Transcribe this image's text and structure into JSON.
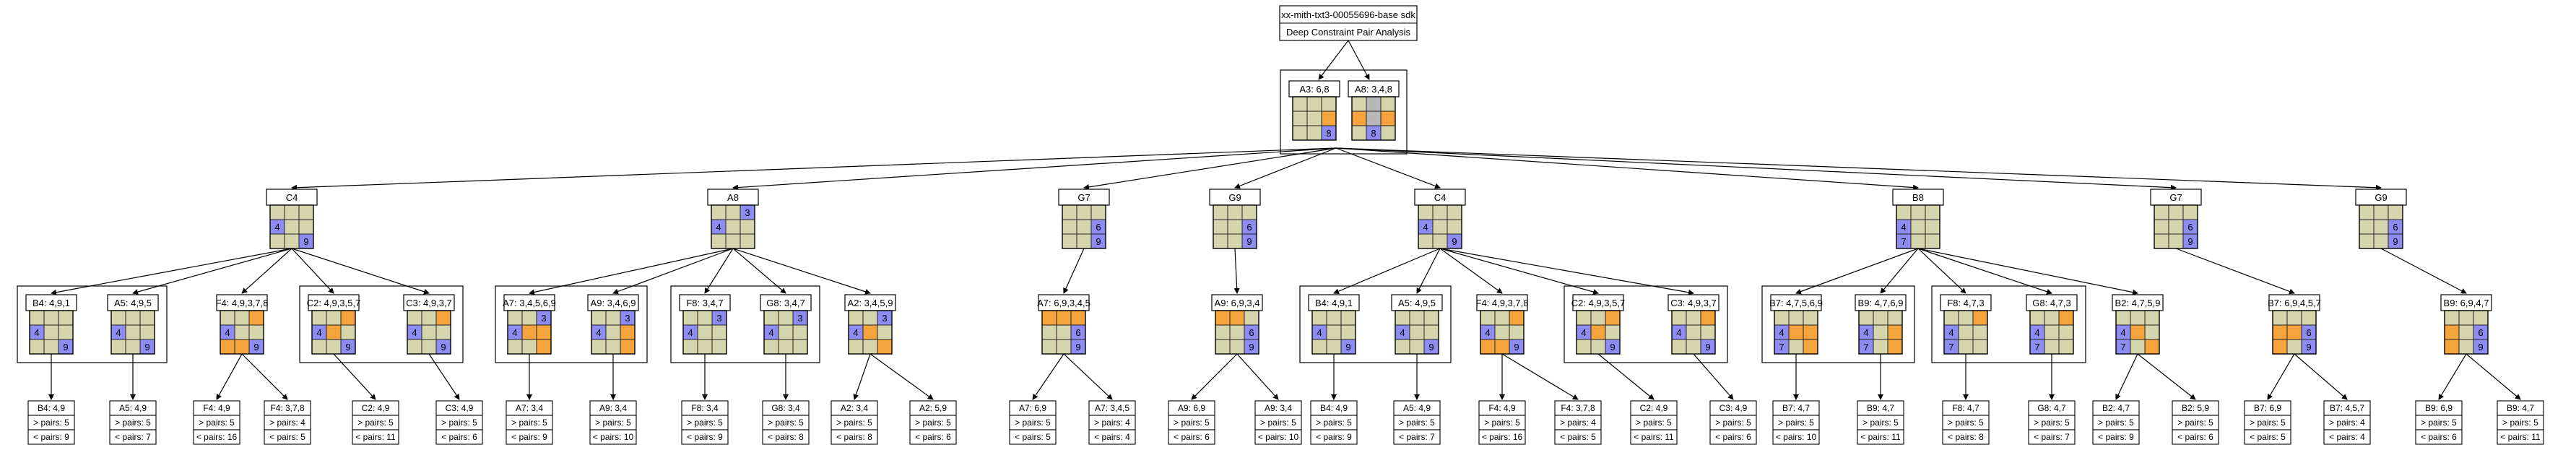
{
  "title": {
    "line1": "xx-mith-txt3-00055696-base sdk",
    "line2": "Deep Constraint Pair Analysis"
  },
  "colors": {
    "tan": "#d6d6ae",
    "blue": "#8c8cf2",
    "orange": "#f5a33c",
    "gray": "#b8b8b8",
    "edge": "#000000"
  },
  "icons": {
    "arrowhead": "filled-triangle-arrowhead"
  },
  "root_pair": [
    {
      "label": "A3: 6,8",
      "grid": [
        [
          "t",
          "t",
          "t"
        ],
        [
          "t",
          "t",
          "o"
        ],
        [
          "t",
          "t",
          "b"
        ]
      ],
      "digits": {
        "8": "8"
      }
    },
    {
      "label": "A8: 3,4,8",
      "grid": [
        [
          "t",
          "g",
          "t"
        ],
        [
          "o",
          "g",
          "o"
        ],
        [
          "t",
          "b",
          "t"
        ]
      ],
      "digits": {
        "7": "8"
      }
    }
  ],
  "level1": [
    {
      "label": "C4",
      "grid": [
        [
          "t",
          "t",
          "t"
        ],
        [
          "b",
          "t",
          "t"
        ],
        [
          "t",
          "t",
          "b"
        ]
      ],
      "digits": {
        "3": "4",
        "8": "9"
      }
    },
    {
      "label": "A8",
      "grid": [
        [
          "t",
          "t",
          "b"
        ],
        [
          "b",
          "t",
          "t"
        ],
        [
          "t",
          "t",
          "t"
        ]
      ],
      "digits": {
        "2": "3",
        "3": "4"
      }
    },
    {
      "label": "G7",
      "grid": [
        [
          "t",
          "t",
          "t"
        ],
        [
          "t",
          "t",
          "b"
        ],
        [
          "t",
          "t",
          "b"
        ]
      ],
      "digits": {
        "5": "6",
        "8": "9"
      }
    },
    {
      "label": "G9",
      "grid": [
        [
          "t",
          "t",
          "t"
        ],
        [
          "t",
          "t",
          "b"
        ],
        [
          "t",
          "t",
          "b"
        ]
      ],
      "digits": {
        "5": "6",
        "8": "9"
      }
    },
    {
      "label": "C4",
      "grid": [
        [
          "t",
          "t",
          "t"
        ],
        [
          "b",
          "t",
          "t"
        ],
        [
          "t",
          "t",
          "b"
        ]
      ],
      "digits": {
        "3": "4",
        "8": "9"
      }
    },
    {
      "label": "B8",
      "grid": [
        [
          "t",
          "t",
          "t"
        ],
        [
          "b",
          "t",
          "t"
        ],
        [
          "b",
          "t",
          "t"
        ]
      ],
      "digits": {
        "3": "4",
        "6": "7"
      }
    },
    {
      "label": "G7",
      "grid": [
        [
          "t",
          "t",
          "t"
        ],
        [
          "t",
          "t",
          "b"
        ],
        [
          "t",
          "t",
          "b"
        ]
      ],
      "digits": {
        "5": "6",
        "8": "9"
      }
    },
    {
      "label": "G9",
      "grid": [
        [
          "t",
          "t",
          "t"
        ],
        [
          "t",
          "t",
          "b"
        ],
        [
          "t",
          "t",
          "b"
        ]
      ],
      "digits": {
        "5": "6",
        "8": "9"
      }
    }
  ],
  "level2": [
    {
      "label": "B4: 4,9,1",
      "grid": [
        [
          "t",
          "t",
          "t"
        ],
        [
          "b",
          "t",
          "t"
        ],
        [
          "t",
          "t",
          "b"
        ]
      ],
      "digits": {
        "3": "4",
        "8": "9"
      }
    },
    {
      "label": "A5: 4,9,5",
      "grid": [
        [
          "t",
          "t",
          "t"
        ],
        [
          "b",
          "t",
          "t"
        ],
        [
          "t",
          "t",
          "b"
        ]
      ],
      "digits": {
        "3": "4",
        "8": "9"
      }
    },
    {
      "label": "F4: 4,9,3,7,8",
      "grid": [
        [
          "t",
          "t",
          "o"
        ],
        [
          "b",
          "t",
          "t"
        ],
        [
          "o",
          "o",
          "b"
        ]
      ],
      "digits": {
        "3": "4",
        "8": "9"
      }
    },
    {
      "label": "C2: 4,9,3,5,7",
      "grid": [
        [
          "t",
          "t",
          "o"
        ],
        [
          "b",
          "o",
          "t"
        ],
        [
          "t",
          "t",
          "b"
        ]
      ],
      "digits": {
        "3": "4",
        "8": "9"
      }
    },
    {
      "label": "C3: 4,9,3,7",
      "grid": [
        [
          "t",
          "t",
          "o"
        ],
        [
          "b",
          "t",
          "t"
        ],
        [
          "t",
          "t",
          "b"
        ]
      ],
      "digits": {
        "3": "4",
        "8": "9"
      }
    },
    {
      "label": "A7: 3,4,5,6,9",
      "grid": [
        [
          "t",
          "t",
          "b"
        ],
        [
          "b",
          "o",
          "o"
        ],
        [
          "t",
          "t",
          "o"
        ]
      ],
      "digits": {
        "2": "3",
        "3": "4"
      }
    },
    {
      "label": "A9: 3,4,6,9",
      "grid": [
        [
          "t",
          "t",
          "b"
        ],
        [
          "b",
          "t",
          "o"
        ],
        [
          "t",
          "t",
          "o"
        ]
      ],
      "digits": {
        "2": "3",
        "3": "4"
      }
    },
    {
      "label": "F8: 3,4,7",
      "grid": [
        [
          "t",
          "t",
          "b"
        ],
        [
          "b",
          "t",
          "t"
        ],
        [
          "t",
          "t",
          "t"
        ]
      ],
      "digits": {
        "2": "3",
        "3": "4"
      }
    },
    {
      "label": "G8: 3,4,7",
      "grid": [
        [
          "t",
          "t",
          "b"
        ],
        [
          "b",
          "t",
          "t"
        ],
        [
          "t",
          "t",
          "t"
        ]
      ],
      "digits": {
        "2": "3",
        "3": "4"
      }
    },
    {
      "label": "A2: 3,4,5,9",
      "grid": [
        [
          "t",
          "t",
          "b"
        ],
        [
          "b",
          "o",
          "t"
        ],
        [
          "t",
          "t",
          "o"
        ]
      ],
      "digits": {
        "2": "3",
        "3": "4"
      }
    },
    {
      "label": "A7: 6,9,3,4,5",
      "grid": [
        [
          "o",
          "o",
          "o"
        ],
        [
          "t",
          "t",
          "b"
        ],
        [
          "t",
          "t",
          "b"
        ]
      ],
      "digits": {
        "5": "6",
        "8": "9"
      }
    },
    {
      "label": "A9: 6,9,3,4",
      "grid": [
        [
          "o",
          "o",
          "t"
        ],
        [
          "t",
          "t",
          "b"
        ],
        [
          "t",
          "t",
          "b"
        ]
      ],
      "digits": {
        "5": "6",
        "8": "9"
      }
    },
    {
      "label": "B4: 4,9,1",
      "grid": [
        [
          "t",
          "t",
          "t"
        ],
        [
          "b",
          "t",
          "t"
        ],
        [
          "t",
          "t",
          "b"
        ]
      ],
      "digits": {
        "3": "4",
        "8": "9"
      }
    },
    {
      "label": "A5: 4,9,5",
      "grid": [
        [
          "t",
          "t",
          "t"
        ],
        [
          "b",
          "t",
          "t"
        ],
        [
          "t",
          "t",
          "b"
        ]
      ],
      "digits": {
        "3": "4",
        "8": "9"
      }
    },
    {
      "label": "F4: 4,9,3,7,8",
      "grid": [
        [
          "t",
          "t",
          "o"
        ],
        [
          "b",
          "t",
          "t"
        ],
        [
          "o",
          "o",
          "b"
        ]
      ],
      "digits": {
        "3": "4",
        "8": "9"
      }
    },
    {
      "label": "C2: 4,9,3,5,7",
      "grid": [
        [
          "t",
          "t",
          "o"
        ],
        [
          "b",
          "o",
          "t"
        ],
        [
          "t",
          "t",
          "b"
        ]
      ],
      "digits": {
        "3": "4",
        "8": "9"
      }
    },
    {
      "label": "C3: 4,9,3,7",
      "grid": [
        [
          "t",
          "t",
          "o"
        ],
        [
          "b",
          "t",
          "t"
        ],
        [
          "t",
          "t",
          "b"
        ]
      ],
      "digits": {
        "3": "4",
        "8": "9"
      }
    },
    {
      "label": "B7: 4,7,5,6,9",
      "grid": [
        [
          "t",
          "t",
          "t"
        ],
        [
          "b",
          "o",
          "o"
        ],
        [
          "b",
          "t",
          "o"
        ]
      ],
      "digits": {
        "3": "4",
        "6": "7"
      }
    },
    {
      "label": "B9: 4,7,6,9",
      "grid": [
        [
          "t",
          "t",
          "t"
        ],
        [
          "b",
          "t",
          "o"
        ],
        [
          "b",
          "t",
          "o"
        ]
      ],
      "digits": {
        "3": "4",
        "6": "7"
      }
    },
    {
      "label": "F8: 4,7,3",
      "grid": [
        [
          "t",
          "t",
          "o"
        ],
        [
          "b",
          "t",
          "t"
        ],
        [
          "b",
          "t",
          "t"
        ]
      ],
      "digits": {
        "3": "4",
        "6": "7"
      }
    },
    {
      "label": "G8: 4,7,3",
      "grid": [
        [
          "t",
          "t",
          "o"
        ],
        [
          "b",
          "t",
          "t"
        ],
        [
          "b",
          "t",
          "t"
        ]
      ],
      "digits": {
        "3": "4",
        "6": "7"
      }
    },
    {
      "label": "B2: 4,7,5,9",
      "grid": [
        [
          "t",
          "t",
          "t"
        ],
        [
          "b",
          "o",
          "t"
        ],
        [
          "b",
          "t",
          "o"
        ]
      ],
      "digits": {
        "3": "4",
        "6": "7"
      }
    },
    {
      "label": "B7: 6,9,4,5,7",
      "grid": [
        [
          "t",
          "t",
          "t"
        ],
        [
          "o",
          "o",
          "b"
        ],
        [
          "o",
          "t",
          "b"
        ]
      ],
      "digits": {
        "5": "6",
        "8": "9"
      }
    },
    {
      "label": "B9: 6,9,4,7",
      "grid": [
        [
          "t",
          "t",
          "t"
        ],
        [
          "o",
          "t",
          "b"
        ],
        [
          "o",
          "t",
          "b"
        ]
      ],
      "digits": {
        "5": "6",
        "8": "9"
      }
    }
  ],
  "leaves": [
    {
      "label": "B4: 4,9",
      "gt": "> pairs: 5",
      "lt": "< pairs: 9"
    },
    {
      "label": "A5: 4,9",
      "gt": "> pairs: 5",
      "lt": "< pairs: 7"
    },
    {
      "label": "F4: 4,9",
      "gt": "> pairs: 5",
      "lt": "< pairs: 16"
    },
    {
      "label": "F4: 3,7,8",
      "gt": "> pairs: 4",
      "lt": "< pairs: 5"
    },
    {
      "label": "C2: 4,9",
      "gt": "> pairs: 5",
      "lt": "< pairs: 11"
    },
    {
      "label": "C3: 4,9",
      "gt": "> pairs: 5",
      "lt": "< pairs: 6"
    },
    {
      "label": "A7: 3,4",
      "gt": "> pairs: 5",
      "lt": "< pairs: 9"
    },
    {
      "label": "A9: 3,4",
      "gt": "> pairs: 5",
      "lt": "< pairs: 10"
    },
    {
      "label": "F8: 3,4",
      "gt": "> pairs: 5",
      "lt": "< pairs: 9"
    },
    {
      "label": "G8: 3,4",
      "gt": "> pairs: 5",
      "lt": "< pairs: 8"
    },
    {
      "label": "A2: 3,4",
      "gt": "> pairs: 5",
      "lt": "< pairs: 8"
    },
    {
      "label": "A2: 5,9",
      "gt": "> pairs: 5",
      "lt": "< pairs: 6"
    },
    {
      "label": "A7: 6,9",
      "gt": "> pairs: 5",
      "lt": "< pairs: 5"
    },
    {
      "label": "A7: 3,4,5",
      "gt": "> pairs: 4",
      "lt": "< pairs: 4"
    },
    {
      "label": "A9: 6,9",
      "gt": "> pairs: 5",
      "lt": "< pairs: 6"
    },
    {
      "label": "A9: 3,4",
      "gt": "> pairs: 5",
      "lt": "< pairs: 10"
    },
    {
      "label": "B4: 4,9",
      "gt": "> pairs: 5",
      "lt": "< pairs: 9"
    },
    {
      "label": "A5: 4,9",
      "gt": "> pairs: 5",
      "lt": "< pairs: 7"
    },
    {
      "label": "F4: 4,9",
      "gt": "> pairs: 5",
      "lt": "< pairs: 16"
    },
    {
      "label": "F4: 3,7,8",
      "gt": "> pairs: 4",
      "lt": "< pairs: 5"
    },
    {
      "label": "C2: 4,9",
      "gt": "> pairs: 5",
      "lt": "< pairs: 11"
    },
    {
      "label": "C3: 4,9",
      "gt": "> pairs: 5",
      "lt": "< pairs: 6"
    },
    {
      "label": "B7: 4,7",
      "gt": "> pairs: 5",
      "lt": "< pairs: 10"
    },
    {
      "label": "B9: 4,7",
      "gt": "> pairs: 5",
      "lt": "< pairs: 11"
    },
    {
      "label": "F8: 4,7",
      "gt": "> pairs: 5",
      "lt": "< pairs: 8"
    },
    {
      "label": "G8: 4,7",
      "gt": "> pairs: 5",
      "lt": "< pairs: 7"
    },
    {
      "label": "B2: 4,7",
      "gt": "> pairs: 5",
      "lt": "< pairs: 9"
    },
    {
      "label": "B2: 5,9",
      "gt": "> pairs: 5",
      "lt": "< pairs: 6"
    },
    {
      "label": "B7: 6,9",
      "gt": "> pairs: 5",
      "lt": "< pairs: 5"
    },
    {
      "label": "B7: 4,5,7",
      "gt": "> pairs: 4",
      "lt": "< pairs: 4"
    },
    {
      "label": "B9: 6,9",
      "gt": "> pairs: 5",
      "lt": "< pairs: 6"
    },
    {
      "label": "B9: 4,7",
      "gt": "> pairs: 5",
      "lt": "< pairs: 11"
    }
  ]
}
